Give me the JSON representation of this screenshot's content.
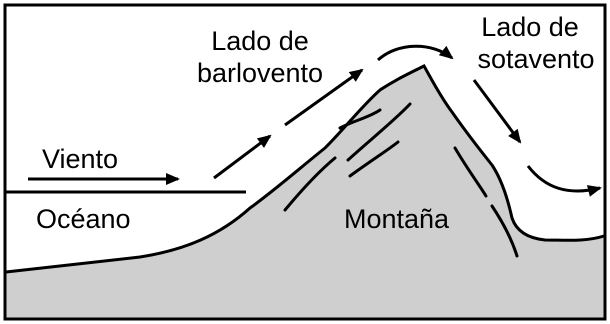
{
  "labels": {
    "windward_line1": "Lado de",
    "windward_line2": "barlovento",
    "leeward_line1": "Lado de",
    "leeward_line2": "sotavento",
    "wind": "Viento",
    "ocean": "Océano",
    "mountain": "Montaña"
  },
  "colors": {
    "background": "#ffffff",
    "ground": "#cfcfcf",
    "outline": "#000000"
  },
  "icons": [
    "arrow-icon"
  ]
}
